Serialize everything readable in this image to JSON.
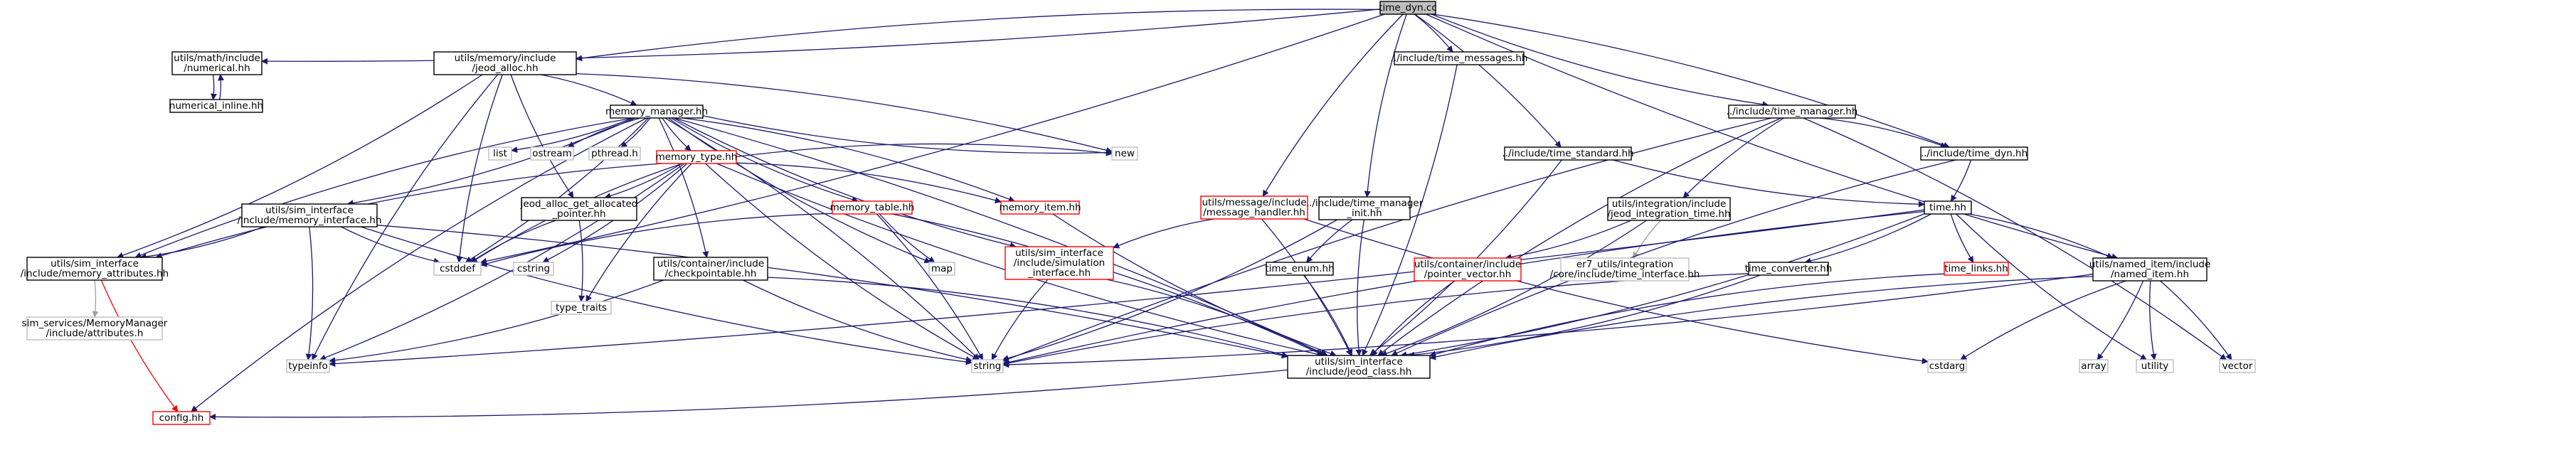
{
  "colors": {
    "default_border": "#000000",
    "missing_border": "#bfbfbf",
    "incomplete_border": "#ff0000",
    "root_fill": "#bfbfbf",
    "edge_navy": "#191970",
    "edge_gray": "#a0a0a0",
    "edge_red": "#ff0000"
  },
  "nodes": [
    {
      "id": "time_dyn_cc",
      "lines": [
        "time_dyn.cc"
      ],
      "style": "root"
    },
    {
      "id": "math_numerical",
      "lines": [
        "utils/math/include",
        "/numerical.hh"
      ],
      "style": "default"
    },
    {
      "id": "numerical_inline",
      "lines": [
        "numerical_inline.hh"
      ],
      "style": "default"
    },
    {
      "id": "jeod_alloc",
      "lines": [
        "utils/memory/include",
        "/jeod_alloc.hh"
      ],
      "style": "default"
    },
    {
      "id": "memory_manager",
      "lines": [
        "memory_manager.hh"
      ],
      "style": "default"
    },
    {
      "id": "list",
      "lines": [
        "list"
      ],
      "style": "missing"
    },
    {
      "id": "ostream",
      "lines": [
        "ostream"
      ],
      "style": "missing"
    },
    {
      "id": "pthread",
      "lines": [
        "pthread.h"
      ],
      "style": "missing"
    },
    {
      "id": "memory_type",
      "lines": [
        "memory_type.hh"
      ],
      "style": "incomplete"
    },
    {
      "id": "sim_memory_interface",
      "lines": [
        "utils/sim_interface",
        "/include/memory_interface.hh"
      ],
      "style": "default"
    },
    {
      "id": "jeod_alloc_get",
      "lines": [
        "jeod_alloc_get_allocated",
        "_pointer.hh"
      ],
      "style": "default"
    },
    {
      "id": "memory_table",
      "lines": [
        "memory_table.hh"
      ],
      "style": "incomplete"
    },
    {
      "id": "memory_item",
      "lines": [
        "memory_item.hh"
      ],
      "style": "incomplete"
    },
    {
      "id": "new",
      "lines": [
        "new"
      ],
      "style": "missing"
    },
    {
      "id": "cstddef",
      "lines": [
        "cstddef"
      ],
      "style": "missing"
    },
    {
      "id": "cstring",
      "lines": [
        "cstring"
      ],
      "style": "missing"
    },
    {
      "id": "type_traits",
      "lines": [
        "type_traits"
      ],
      "style": "missing"
    },
    {
      "id": "map",
      "lines": [
        "map"
      ],
      "style": "missing"
    },
    {
      "id": "memory_attributes",
      "lines": [
        "utils/sim_interface",
        "/include/memory_attributes.hh"
      ],
      "style": "default"
    },
    {
      "id": "sim_services_attributes",
      "lines": [
        "sim_services/MemoryManager",
        "/include/attributes.h"
      ],
      "style": "missing"
    },
    {
      "id": "config",
      "lines": [
        "config.hh"
      ],
      "style": "incomplete"
    },
    {
      "id": "typeinfo",
      "lines": [
        "typeinfo"
      ],
      "style": "missing"
    },
    {
      "id": "string",
      "lines": [
        "string"
      ],
      "style": "missing"
    },
    {
      "id": "checkpointable",
      "lines": [
        "utils/container/include",
        "/checkpointable.hh"
      ],
      "style": "default"
    },
    {
      "id": "simulation_interface",
      "lines": [
        "utils/sim_interface",
        "/include/simulation",
        "_interface.hh"
      ],
      "style": "incomplete"
    },
    {
      "id": "message_handler",
      "lines": [
        "utils/message/include",
        "/message_handler.hh"
      ],
      "style": "incomplete"
    },
    {
      "id": "time_messages",
      "lines": [
        "../include/time_messages.hh"
      ],
      "style": "default"
    },
    {
      "id": "time_manager_init",
      "lines": [
        "../include/time_manager",
        "_init.hh"
      ],
      "style": "default"
    },
    {
      "id": "time_enum",
      "lines": [
        "time_enum.hh"
      ],
      "style": "default"
    },
    {
      "id": "time_standard",
      "lines": [
        "../include/time_standard.hh"
      ],
      "style": "default"
    },
    {
      "id": "time_manager",
      "lines": [
        "../include/time_manager.hh"
      ],
      "style": "default"
    },
    {
      "id": "integration_time",
      "lines": [
        "utils/integration/include",
        "/jeod_integration_time.hh"
      ],
      "style": "default"
    },
    {
      "id": "pointer_vector",
      "lines": [
        "utils/container/include",
        "/pointer_vector.hh"
      ],
      "style": "incomplete"
    },
    {
      "id": "er7_time_interface",
      "lines": [
        "er7_utils/integration",
        "/core/include/time_interface.hh"
      ],
      "style": "missing"
    },
    {
      "id": "time_dyn_hh",
      "lines": [
        "../include/time_dyn.hh"
      ],
      "style": "default"
    },
    {
      "id": "time_hh",
      "lines": [
        "time.hh"
      ],
      "style": "default"
    },
    {
      "id": "time_converter",
      "lines": [
        "time_converter.hh"
      ],
      "style": "default"
    },
    {
      "id": "time_links",
      "lines": [
        "time_links.hh"
      ],
      "style": "incomplete"
    },
    {
      "id": "named_item",
      "lines": [
        "utils/named_item/include",
        "/named_item.hh"
      ],
      "style": "default"
    },
    {
      "id": "jeod_class",
      "lines": [
        "utils/sim_interface",
        "/include/jeod_class.hh"
      ],
      "style": "default"
    },
    {
      "id": "cstdarg",
      "lines": [
        "cstdarg"
      ],
      "style": "missing"
    },
    {
      "id": "array",
      "lines": [
        "array"
      ],
      "style": "missing"
    },
    {
      "id": "utility",
      "lines": [
        "utility"
      ],
      "style": "missing"
    },
    {
      "id": "vector",
      "lines": [
        "vector"
      ],
      "style": "missing"
    }
  ],
  "edges": [
    [
      "time_dyn_cc",
      "math_numerical",
      "navy"
    ],
    [
      "time_dyn_cc",
      "jeod_alloc",
      "navy"
    ],
    [
      "time_dyn_cc",
      "cstddef",
      "navy"
    ],
    [
      "time_dyn_cc",
      "message_handler",
      "navy"
    ],
    [
      "time_dyn_cc",
      "time_messages",
      "navy"
    ],
    [
      "time_dyn_cc",
      "time_manager_init",
      "navy"
    ],
    [
      "time_dyn_cc",
      "time_standard",
      "navy"
    ],
    [
      "time_dyn_cc",
      "time_manager",
      "navy"
    ],
    [
      "time_dyn_cc",
      "time_dyn_hh",
      "navy"
    ],
    [
      "time_dyn_cc",
      "named_item",
      "navy"
    ],
    [
      "math_numerical",
      "numerical_inline",
      "navy"
    ],
    [
      "numerical_inline",
      "math_numerical",
      "navy"
    ],
    [
      "jeod_alloc",
      "memory_manager",
      "navy"
    ],
    [
      "jeod_alloc",
      "jeod_alloc_get",
      "navy"
    ],
    [
      "jeod_alloc",
      "memory_attributes",
      "navy"
    ],
    [
      "jeod_alloc",
      "cstddef",
      "navy"
    ],
    [
      "jeod_alloc",
      "new",
      "navy"
    ],
    [
      "jeod_alloc",
      "typeinfo",
      "navy"
    ],
    [
      "memory_manager",
      "list",
      "navy"
    ],
    [
      "memory_manager",
      "ostream",
      "navy"
    ],
    [
      "memory_manager",
      "pthread",
      "navy"
    ],
    [
      "memory_manager",
      "memory_type",
      "navy"
    ],
    [
      "memory_manager",
      "sim_memory_interface",
      "navy"
    ],
    [
      "memory_manager",
      "memory_table",
      "navy"
    ],
    [
      "memory_manager",
      "memory_item",
      "navy"
    ],
    [
      "memory_manager",
      "new",
      "navy"
    ],
    [
      "memory_manager",
      "cstddef",
      "navy"
    ],
    [
      "memory_manager",
      "map",
      "navy"
    ],
    [
      "memory_manager",
      "string",
      "navy"
    ],
    [
      "memory_manager",
      "memory_attributes",
      "navy"
    ],
    [
      "memory_manager",
      "checkpointable",
      "navy"
    ],
    [
      "memory_manager",
      "simulation_interface",
      "navy"
    ],
    [
      "memory_manager",
      "jeod_class",
      "navy"
    ],
    [
      "memory_manager",
      "config",
      "navy"
    ],
    [
      "memory_type",
      "jeod_alloc_get",
      "navy"
    ],
    [
      "memory_type",
      "memory_attributes",
      "navy"
    ],
    [
      "memory_type",
      "memory_item",
      "navy"
    ],
    [
      "memory_type",
      "cstddef",
      "navy"
    ],
    [
      "memory_type",
      "cstring",
      "navy"
    ],
    [
      "memory_type",
      "type_traits",
      "navy"
    ],
    [
      "memory_type",
      "typeinfo",
      "navy"
    ],
    [
      "memory_type",
      "string",
      "navy"
    ],
    [
      "memory_type",
      "new",
      "navy"
    ],
    [
      "memory_type",
      "jeod_class",
      "navy"
    ],
    [
      "sim_memory_interface",
      "memory_attributes",
      "navy"
    ],
    [
      "sim_memory_interface",
      "cstddef",
      "navy"
    ],
    [
      "sim_memory_interface",
      "typeinfo",
      "navy"
    ],
    [
      "sim_memory_interface",
      "string",
      "navy"
    ],
    [
      "sim_memory_interface",
      "jeod_class",
      "navy"
    ],
    [
      "jeod_alloc_get",
      "cstddef",
      "navy"
    ],
    [
      "jeod_alloc_get",
      "type_traits",
      "navy"
    ],
    [
      "memory_table",
      "map",
      "navy"
    ],
    [
      "memory_table",
      "string",
      "navy"
    ],
    [
      "memory_table",
      "cstddef",
      "navy"
    ],
    [
      "memory_table",
      "jeod_class",
      "navy"
    ],
    [
      "memory_item",
      "jeod_class",
      "navy"
    ],
    [
      "memory_attributes",
      "sim_services_attributes",
      "gray"
    ],
    [
      "memory_attributes",
      "config",
      "red"
    ],
    [
      "checkpointable",
      "typeinfo",
      "navy"
    ],
    [
      "checkpointable",
      "string",
      "navy"
    ],
    [
      "checkpointable",
      "jeod_class",
      "navy"
    ],
    [
      "simulation_interface",
      "string",
      "navy"
    ],
    [
      "simulation_interface",
      "jeod_class",
      "navy"
    ],
    [
      "message_handler",
      "simulation_interface",
      "navy"
    ],
    [
      "message_handler",
      "jeod_class",
      "navy"
    ],
    [
      "message_handler",
      "cstdarg",
      "navy"
    ],
    [
      "time_messages",
      "jeod_class",
      "navy"
    ],
    [
      "time_manager_init",
      "time_enum",
      "navy"
    ],
    [
      "time_manager_init",
      "string",
      "navy"
    ],
    [
      "time_manager_init",
      "jeod_class",
      "navy"
    ],
    [
      "time_enum",
      "jeod_class",
      "navy"
    ],
    [
      "time_standard",
      "time_hh",
      "navy"
    ],
    [
      "time_standard",
      "jeod_class",
      "navy"
    ],
    [
      "time_manager",
      "integration_time",
      "navy"
    ],
    [
      "time_manager",
      "time_dyn_hh",
      "navy"
    ],
    [
      "time_manager",
      "string",
      "navy"
    ],
    [
      "time_manager",
      "vector",
      "navy"
    ],
    [
      "time_manager",
      "jeod_class",
      "navy"
    ],
    [
      "integration_time",
      "pointer_vector",
      "navy"
    ],
    [
      "integration_time",
      "er7_time_interface",
      "gray"
    ],
    [
      "integration_time",
      "jeod_class",
      "navy"
    ],
    [
      "pointer_vector",
      "jeod_class",
      "navy"
    ],
    [
      "time_dyn_hh",
      "time_hh",
      "navy"
    ],
    [
      "time_dyn_hh",
      "jeod_class",
      "navy"
    ],
    [
      "time_hh",
      "time_converter",
      "navy"
    ],
    [
      "time_hh",
      "time_links",
      "navy"
    ],
    [
      "time_hh",
      "named_item",
      "navy"
    ],
    [
      "time_hh",
      "string",
      "navy"
    ],
    [
      "time_hh",
      "typeinfo",
      "navy"
    ],
    [
      "time_hh",
      "utility",
      "navy"
    ],
    [
      "time_hh",
      "jeod_class",
      "navy"
    ],
    [
      "time_converter",
      "string",
      "navy"
    ],
    [
      "time_converter",
      "jeod_class",
      "navy"
    ],
    [
      "time_links",
      "jeod_class",
      "navy"
    ],
    [
      "named_item",
      "string",
      "navy"
    ],
    [
      "named_item",
      "cstdarg",
      "navy"
    ],
    [
      "named_item",
      "array",
      "navy"
    ],
    [
      "named_item",
      "utility",
      "navy"
    ],
    [
      "named_item",
      "vector",
      "navy"
    ],
    [
      "named_item",
      "jeod_class",
      "navy"
    ],
    [
      "jeod_class",
      "config",
      "navy"
    ]
  ]
}
